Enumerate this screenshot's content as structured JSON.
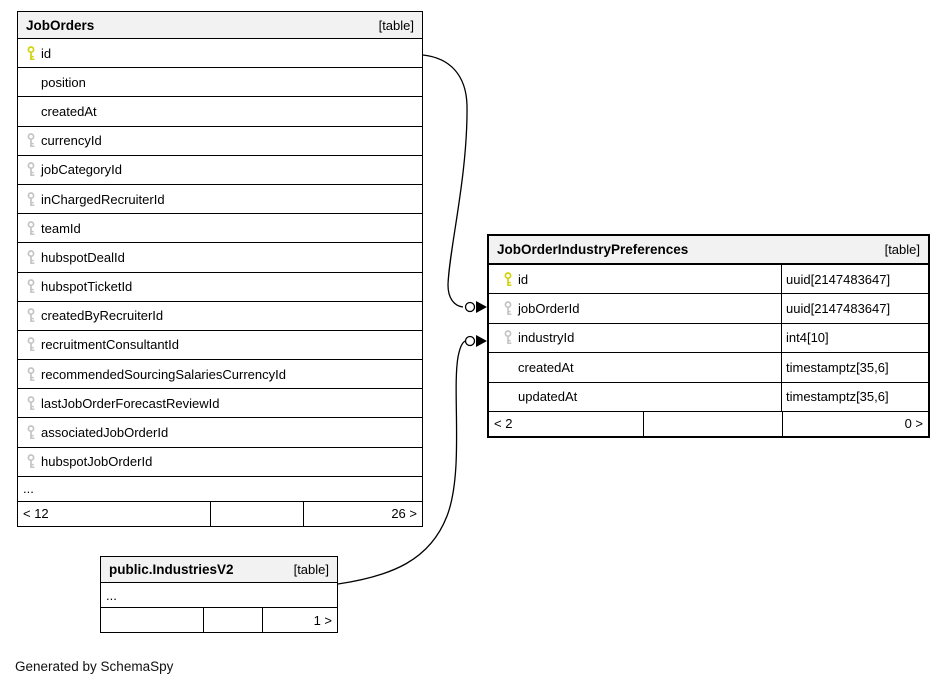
{
  "page": {
    "generated_note": "Generated by SchemaSpy"
  },
  "colors": {
    "primary_key": "#d2d20a",
    "foreign_key": "#c4c4c4",
    "header_bg": "#f2f2f2",
    "line": "#000000"
  },
  "tables": {
    "jobOrders": {
      "name": "JobOrders",
      "tag": "[table]",
      "columns": [
        {
          "label": "id",
          "key": "primary"
        },
        {
          "label": "position",
          "key": "none"
        },
        {
          "label": "createdAt",
          "key": "none"
        },
        {
          "label": "currencyId",
          "key": "foreign"
        },
        {
          "label": "jobCategoryId",
          "key": "foreign"
        },
        {
          "label": "inChargedRecruiterId",
          "key": "foreign"
        },
        {
          "label": "teamId",
          "key": "foreign"
        },
        {
          "label": "hubspotDealId",
          "key": "foreign"
        },
        {
          "label": "hubspotTicketId",
          "key": "foreign"
        },
        {
          "label": "createdByRecruiterId",
          "key": "foreign"
        },
        {
          "label": "recruitmentConsultantId",
          "key": "foreign"
        },
        {
          "label": "recommendedSourcingSalariesCurrencyId",
          "key": "foreign"
        },
        {
          "label": "lastJobOrderForecastReviewId",
          "key": "foreign"
        },
        {
          "label": "associatedJobOrderId",
          "key": "foreign"
        },
        {
          "label": "hubspotJobOrderId",
          "key": "foreign"
        }
      ],
      "ellipsis_row": "...",
      "footer": {
        "left": "< 12",
        "center": "",
        "right": "26 >"
      }
    },
    "jobOrderIndustryPreferences": {
      "name": "JobOrderIndustryPreferences",
      "tag": "[table]",
      "columns": [
        {
          "label": "id",
          "key": "primary",
          "type": "uuid[2147483647]"
        },
        {
          "label": "jobOrderId",
          "key": "foreign",
          "type": "uuid[2147483647]"
        },
        {
          "label": "industryId",
          "key": "foreign",
          "type": "int4[10]"
        },
        {
          "label": "createdAt",
          "key": "none",
          "type": "timestamptz[35,6]"
        },
        {
          "label": "updatedAt",
          "key": "none",
          "type": "timestamptz[35,6]"
        }
      ],
      "footer": {
        "left": "< 2",
        "center": "",
        "right": "0 >"
      }
    },
    "industriesV2": {
      "name": "public.IndustriesV2",
      "tag": "[table]",
      "columns": [],
      "ellipsis_row": "...",
      "footer": {
        "left": "",
        "center": "",
        "right": "1 >"
      }
    }
  },
  "relationships": [
    {
      "from": "JobOrders.id",
      "to": "JobOrderIndustryPreferences.jobOrderId"
    },
    {
      "from": "public.IndustriesV2",
      "to": "JobOrderIndustryPreferences.industryId"
    }
  ]
}
